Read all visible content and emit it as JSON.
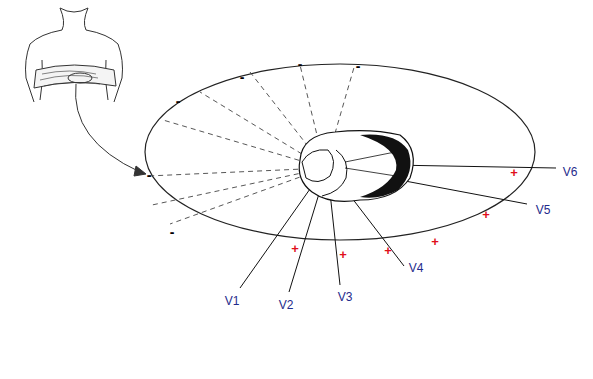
{
  "diagram": {
    "labels": [
      "-",
      "-",
      "-",
      "-",
      "-",
      "-",
      "+",
      "+",
      "+",
      "+",
      "+",
      "+",
      "V1",
      "V2",
      "V3",
      "V4",
      "V5",
      "V6"
    ]
  }
}
